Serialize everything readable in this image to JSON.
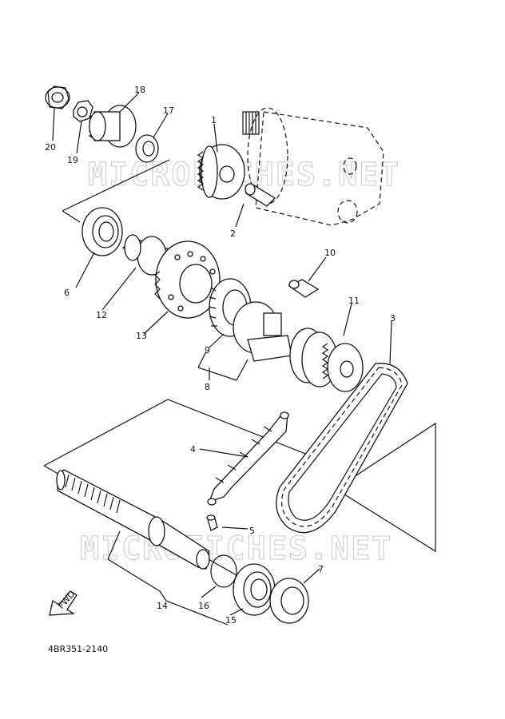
{
  "watermark": "MICROFICHES.NET",
  "diagram_code": "4BR351-2140",
  "fwd_label": "FWD",
  "part_numbers": {
    "p1": "1",
    "p2": "2",
    "p3": "3",
    "p4": "4",
    "p5": "5",
    "p6": "6",
    "p7": "7",
    "p8": "8",
    "p9": "9",
    "p10": "10",
    "p11": "11",
    "p12": "12",
    "p13": "13",
    "p14": "14",
    "p15": "15",
    "p16": "16",
    "p17": "17",
    "p18": "18",
    "p19": "19",
    "p20": "20"
  }
}
